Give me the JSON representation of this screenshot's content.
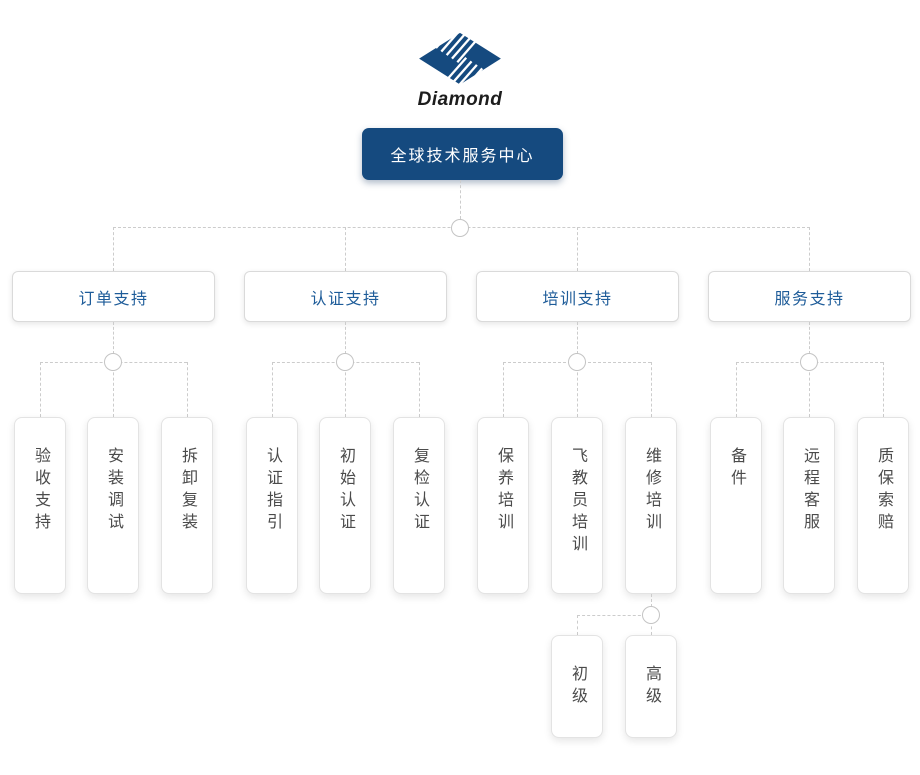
{
  "logo": {
    "brand": "Diamond"
  },
  "root": {
    "label": "全球技术服务中心"
  },
  "branches": [
    {
      "label": "订单支持",
      "children": [
        {
          "label": "验收支持"
        },
        {
          "label": "安装调试"
        },
        {
          "label": "拆卸复装"
        }
      ]
    },
    {
      "label": "认证支持",
      "children": [
        {
          "label": "认证指引"
        },
        {
          "label": "初始认证"
        },
        {
          "label": "复检认证"
        }
      ]
    },
    {
      "label": "培训支持",
      "children": [
        {
          "label": "保养培训"
        },
        {
          "label": "飞教员培训"
        },
        {
          "label": "维修培训",
          "children": [
            {
              "label": "初级"
            },
            {
              "label": "高级"
            }
          ]
        }
      ]
    },
    {
      "label": "服务支持",
      "children": [
        {
          "label": "备件"
        },
        {
          "label": "远程客服"
        },
        {
          "label": "质保索赔"
        }
      ]
    }
  ],
  "colors": {
    "primary": "#154a7f",
    "branch_text": "#1e5c99",
    "leaf_text": "#4b4b4b",
    "line": "#cccccc"
  }
}
